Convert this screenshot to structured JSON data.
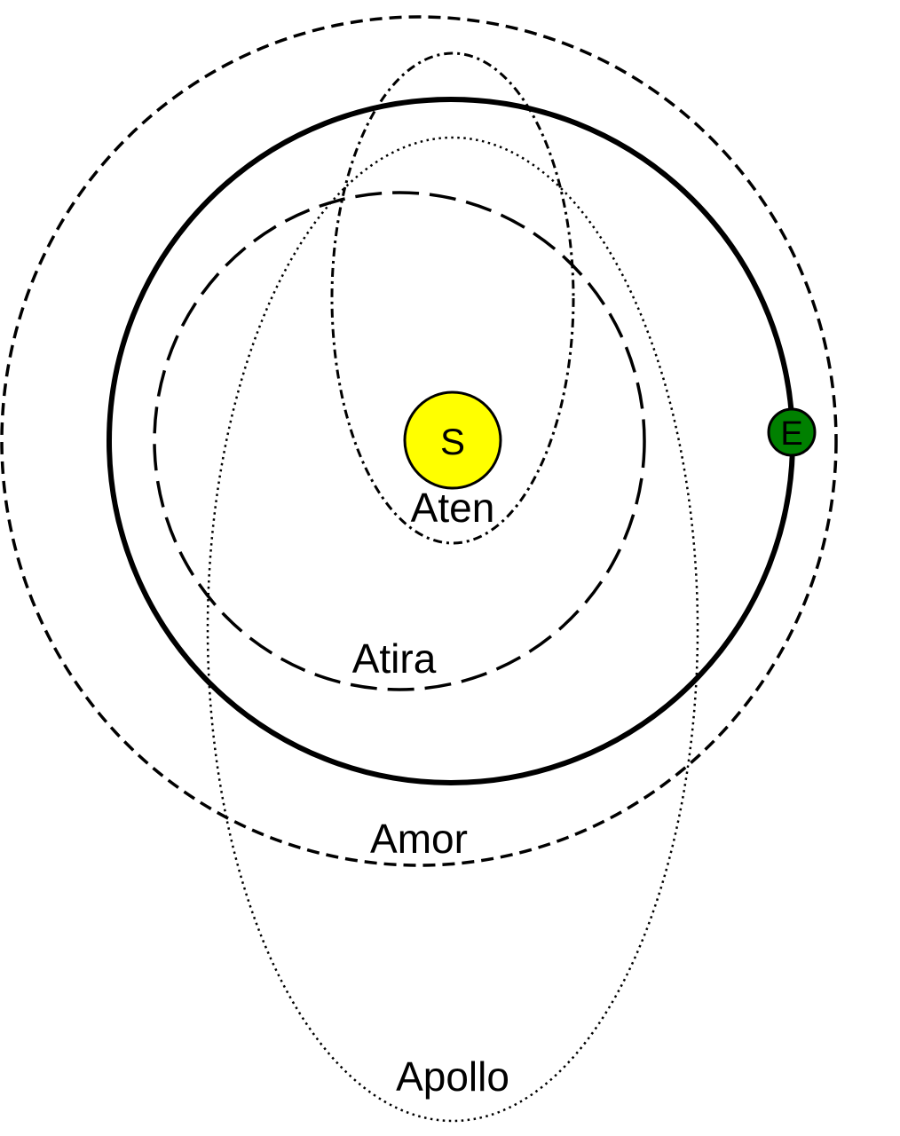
{
  "bodies": {
    "sun": {
      "label": "S",
      "fill": "#ffff00",
      "stroke": "#000000"
    },
    "earth": {
      "label": "E",
      "fill": "#008000",
      "stroke": "#000000"
    }
  },
  "orbits": {
    "earth": {
      "style": "solid",
      "color": "#000000"
    },
    "aten": {
      "label": "Aten",
      "style": "dash-dot",
      "color": "#000000"
    },
    "atira": {
      "label": "Atira",
      "style": "long-dash",
      "color": "#000000"
    },
    "amor": {
      "label": "Amor",
      "style": "dashed",
      "color": "#000000"
    },
    "apollo": {
      "label": "Apollo",
      "style": "dotted",
      "color": "#000000"
    }
  }
}
